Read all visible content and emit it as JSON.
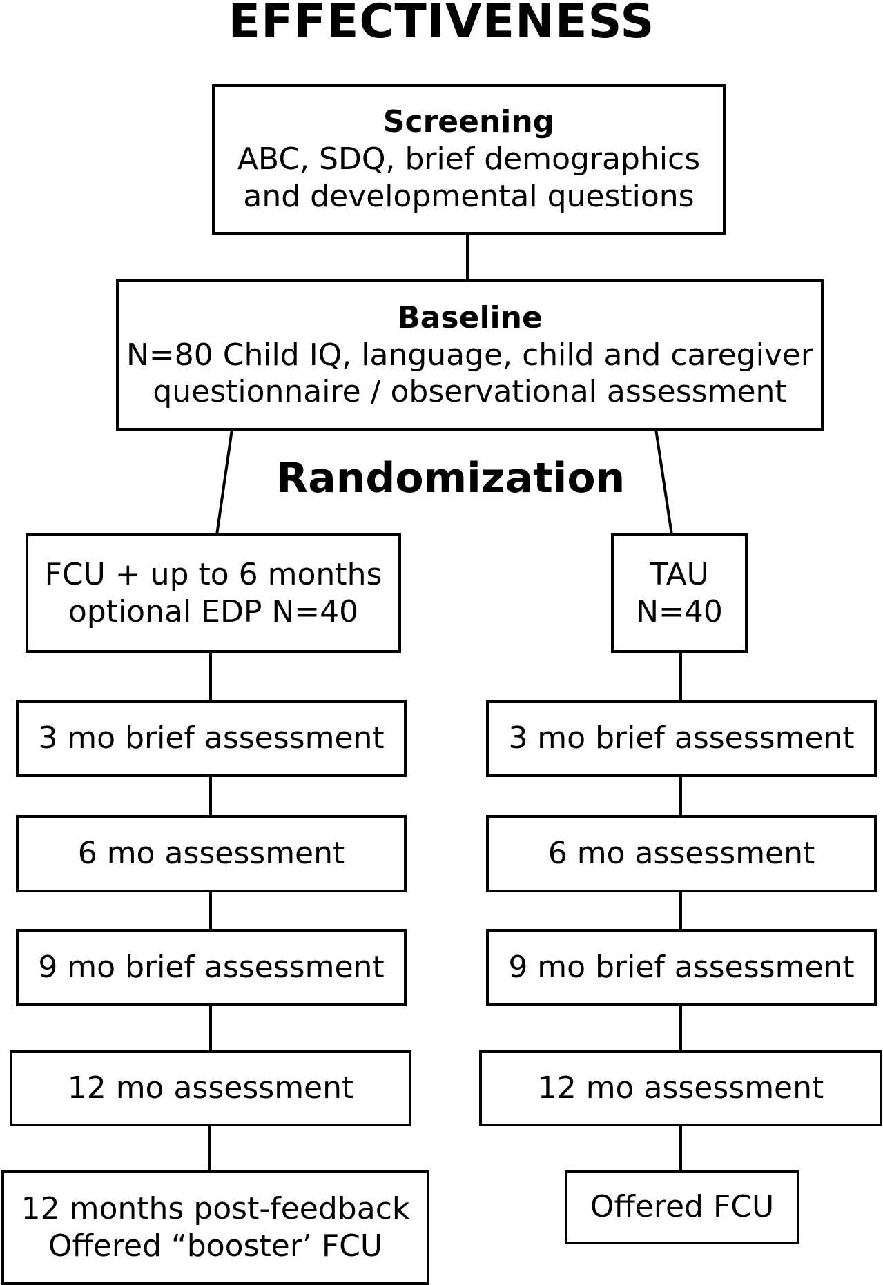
{
  "title": "EFFECTIVENESS",
  "randomization": "Randomization",
  "screening": {
    "heading": "Screening",
    "line1": "ABC, SDQ, brief demographics",
    "line2": "and developmental questions"
  },
  "baseline": {
    "heading": "Baseline",
    "line1": "N=80 Child IQ, language, child and caregiver",
    "line2": "questionnaire / observational assessment"
  },
  "fcu_arm": {
    "header_line1": "FCU + up to 6 months",
    "header_line2": "optional EDP N=40",
    "steps": [
      "3 mo brief assessment",
      "6 mo assessment",
      "9 mo brief assessment",
      "12 mo assessment"
    ],
    "final_line1": "12 months post-feedback",
    "final_line2": "Offered “booster’ FCU"
  },
  "tau_arm": {
    "header_line1": "TAU",
    "header_line2": "N=40",
    "steps": [
      "3 mo brief assessment",
      "6 mo assessment",
      "9 mo brief assessment",
      "12 mo assessment"
    ],
    "final": "Offered FCU"
  }
}
